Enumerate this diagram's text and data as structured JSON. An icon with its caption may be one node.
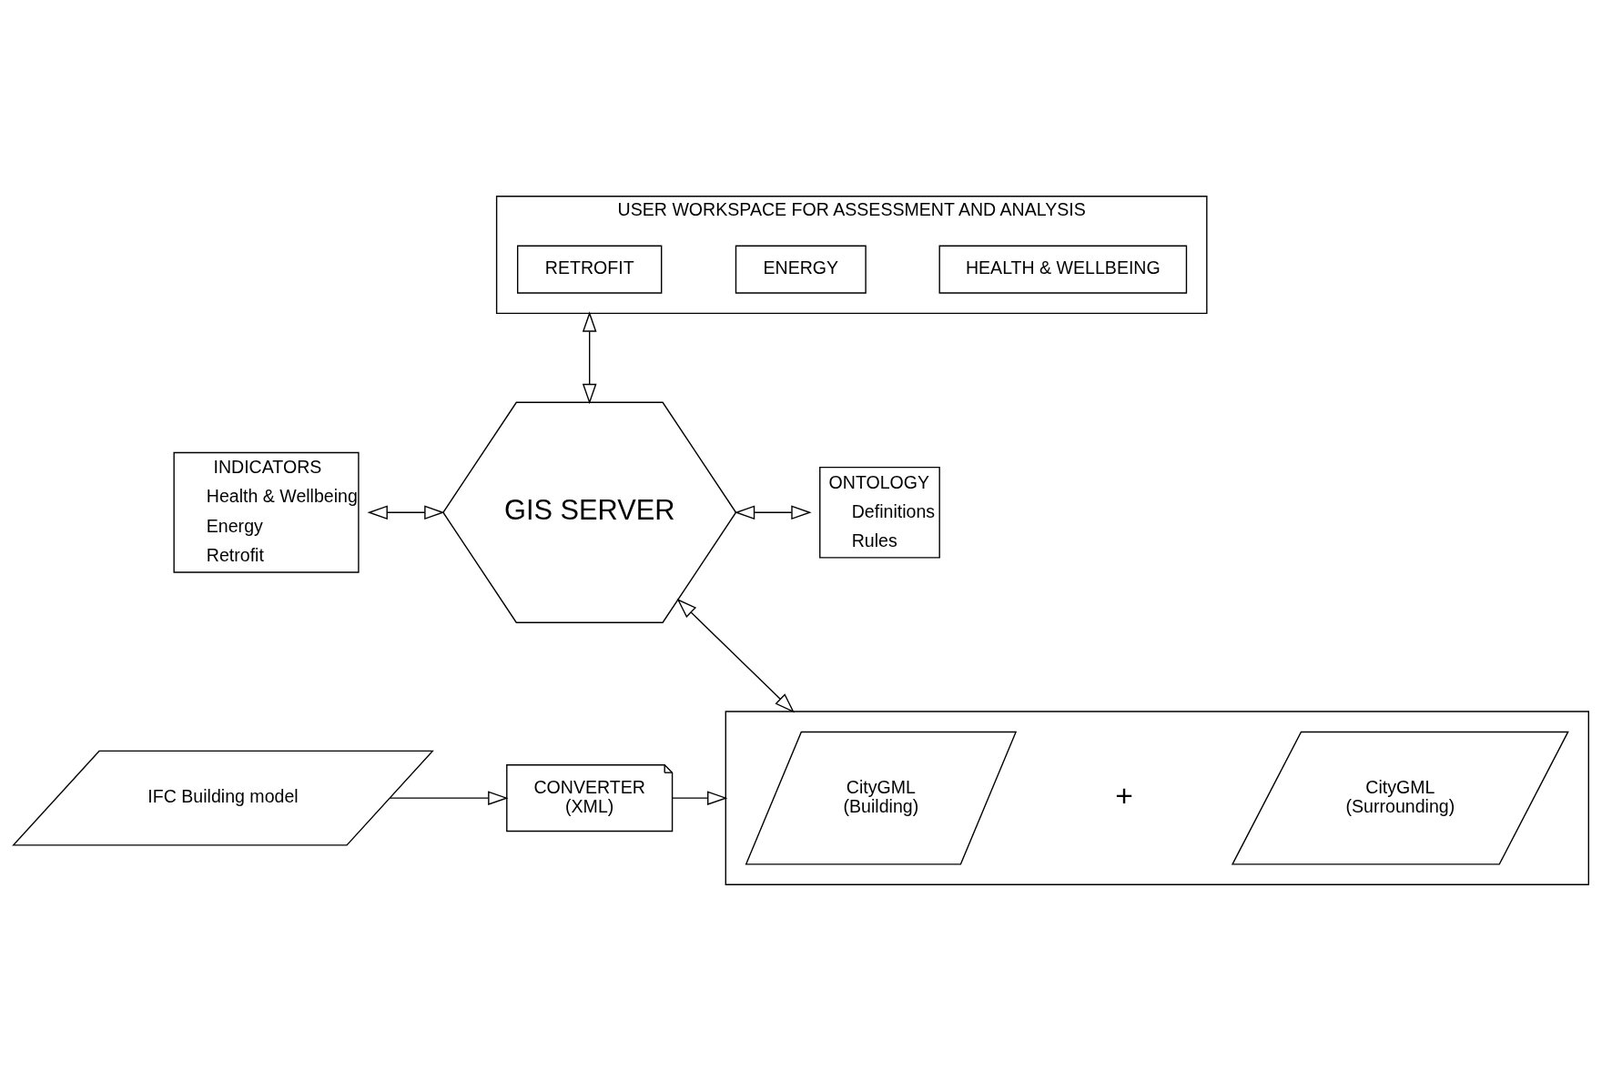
{
  "diagram": {
    "nodes": [
      {
        "text": [
          "USER WORKSPACE FOR ASSESSMENT AND ANALYSIS"
        ]
      },
      {
        "text": [
          "RETROFIT"
        ],
        "in": 0
      },
      {
        "text": [
          "ENERGY"
        ],
        "in": 0
      },
      {
        "text": [
          "HEALTH & WELLBEING"
        ],
        "in": 0
      },
      {
        "text": [
          "INDICATORS",
          "Health & Wellbeing",
          "Energy",
          "Retrofit"
        ]
      },
      {
        "text": [
          "GIS SERVER"
        ]
      },
      {
        "text": [
          "ONTOLOGY",
          "Definitions",
          "Rules"
        ]
      },
      {
        "text": [
          "IFC Building model"
        ]
      },
      {
        "text": [
          "CONVERTER",
          "(XML)"
        ]
      },
      {
        "text": [],
        "shape": "box"
      },
      {
        "text": [
          "CityGML",
          "(Building)"
        ],
        "in": 9
      },
      {
        "text": [
          "CityGML",
          "(Surrounding)"
        ],
        "in": 9
      }
    ],
    "edges": [
      {
        "from": 0,
        "to": 5,
        "arrow": "both"
      },
      {
        "from": 4,
        "to": 5,
        "arrow": "both"
      },
      {
        "from": 5,
        "to": 6,
        "arrow": "both"
      },
      {
        "from": 5,
        "to": 9,
        "arrow": "both"
      },
      {
        "from": 7,
        "to": 8,
        "arrow": "to"
      },
      {
        "from": 8,
        "to": 9,
        "arrow": "to"
      }
    ],
    "labels": [
      "+"
    ]
  }
}
